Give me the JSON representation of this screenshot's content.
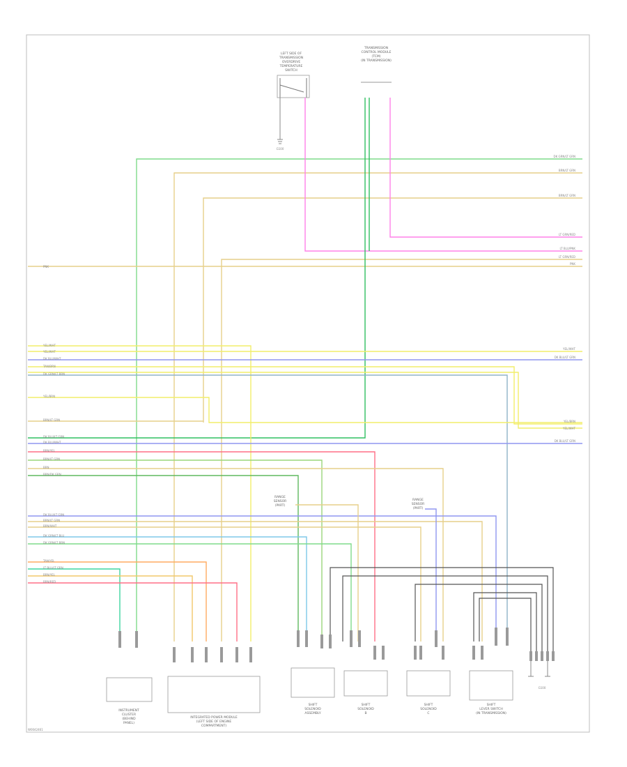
{
  "diagram_code": "W0042461",
  "colors": {
    "green": "#7fdc8a",
    "tan": "#e6cf8a",
    "yellow": "#f2ee6a",
    "blue": "#8f96f0",
    "pink": "#ff80e8",
    "dark_green": "#2fbf60",
    "red": "#ff6f85",
    "orange": "#ffab60",
    "gray": "#555555"
  },
  "components": {
    "overdrive_switch": [
      "LEFT SIDE OF",
      "TRANSMISSION",
      "OVERDRIVE",
      "TEMPERATURE",
      "SWITCH"
    ],
    "transmission_control": [
      "TRANSMISSION",
      "CONTROL MODULE",
      "(TCM)",
      "(IN TRANSMISSION)"
    ],
    "instrument_cluster": [
      "INSTRUMENT",
      "CLUSTER",
      "(BEHIND",
      "PANEL)"
    ],
    "integrated_power_module": [
      "INTEGRATED POWER MODULE",
      "(LEFT SIDE OF ENGINE",
      "COMPARTMENT)"
    ],
    "solenoid_a": [
      "SHIFT",
      "SOLENOID",
      "ASSEMBLY"
    ],
    "solenoid_b": [
      "SHIFT",
      "SOLENOID",
      "B"
    ],
    "solenoid_c": [
      "SHIFT",
      "SOLENOID",
      "C"
    ],
    "shift_lever": [
      "SHIFT",
      "LEVER SWITCH",
      "(IN TRANSMISSION)"
    ],
    "ground": "G100",
    "switch_a": [
      "RANGE",
      "SENSOR",
      "(PART)"
    ],
    "switch_b": [
      "RANGE",
      "SENSOR",
      "(PART)"
    ]
  },
  "wire_labels_left": [
    "PNK",
    "YEL/WHT",
    "YEL/WHT",
    "DK BLU/WHT",
    "TAN/BRN",
    "DK GRN/LT BRN",
    "YEL/BRN",
    "BRN/LT GRN",
    "DK BLU/LT GRN",
    "DK BLU/WHT",
    "BRN/YEL",
    "BRN/LT GRN",
    "BRN",
    "BRN/DK GRN",
    "DK BLU/LT GRN",
    "BRN/LT GRN",
    "BRN/WHT",
    "DK GRN/LT BLU",
    "DK GRN/LT BRN",
    "TAN/YEL",
    "LT BLU/LT GRN",
    "BRN/YEL",
    "BRN/RED"
  ],
  "wire_labels_right": [
    "DK GRN/LT GRN",
    "BRN/LT GRN",
    "BRN/LT GRN",
    "LT GRN/RED",
    "LT BLU/PNK",
    "LT GRN/RED",
    "PNK",
    "YEL/WHT",
    "DK BLU/LT GRN",
    "YEL/BRN",
    "YEL/WHT",
    "DK BLU/LT GRN"
  ]
}
